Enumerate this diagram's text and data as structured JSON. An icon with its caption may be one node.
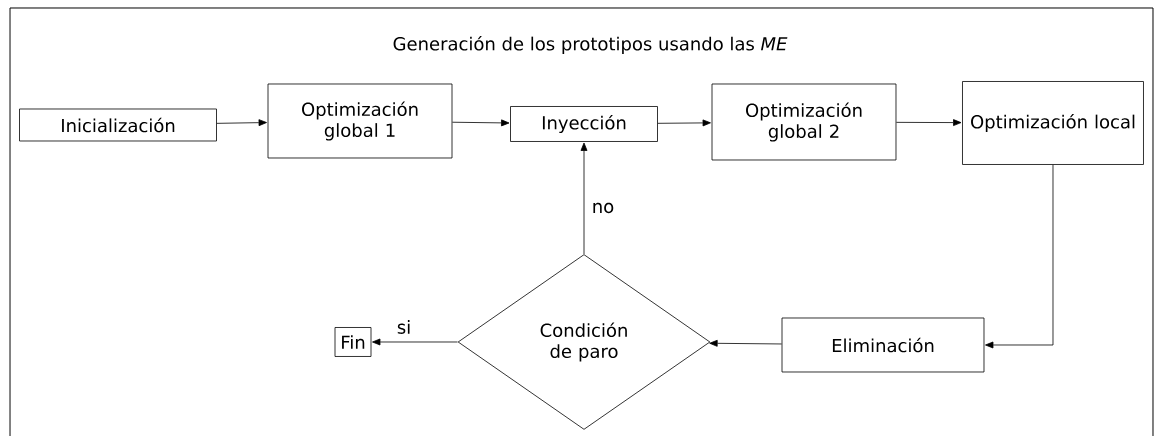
{
  "diagram": {
    "title": "Generación de los prototipos usando las *ME*",
    "nodes": [
      {
        "text": [
          "Inicialización"
        ]
      },
      {
        "text": [
          "Optimización global 1"
        ]
      },
      {
        "text": [
          "Inyección"
        ]
      },
      {
        "text": [
          "Optimización global 2"
        ]
      },
      {
        "text": [
          "Optimización local"
        ]
      },
      {
        "text": [
          "Eliminación"
        ]
      },
      {
        "text": [
          "Condición de paro"
        ]
      },
      {
        "text": [
          "Fin"
        ]
      }
    ],
    "edges": [
      {
        "from": 0,
        "to": 1,
        "arrow": "to"
      },
      {
        "from": 1,
        "to": 2,
        "arrow": "to"
      },
      {
        "from": 2,
        "to": 3,
        "arrow": "to"
      },
      {
        "from": 3,
        "to": 4,
        "arrow": "to"
      },
      {
        "from": 4,
        "to": 5,
        "arrow": "to"
      },
      {
        "from": 5,
        "to": 6,
        "arrow": "to"
      },
      {
        "from": 6,
        "to": 2,
        "arrow": "to",
        "label": "no"
      },
      {
        "from": 6,
        "to": 7,
        "arrow": "to",
        "label": "si"
      }
    ]
  }
}
